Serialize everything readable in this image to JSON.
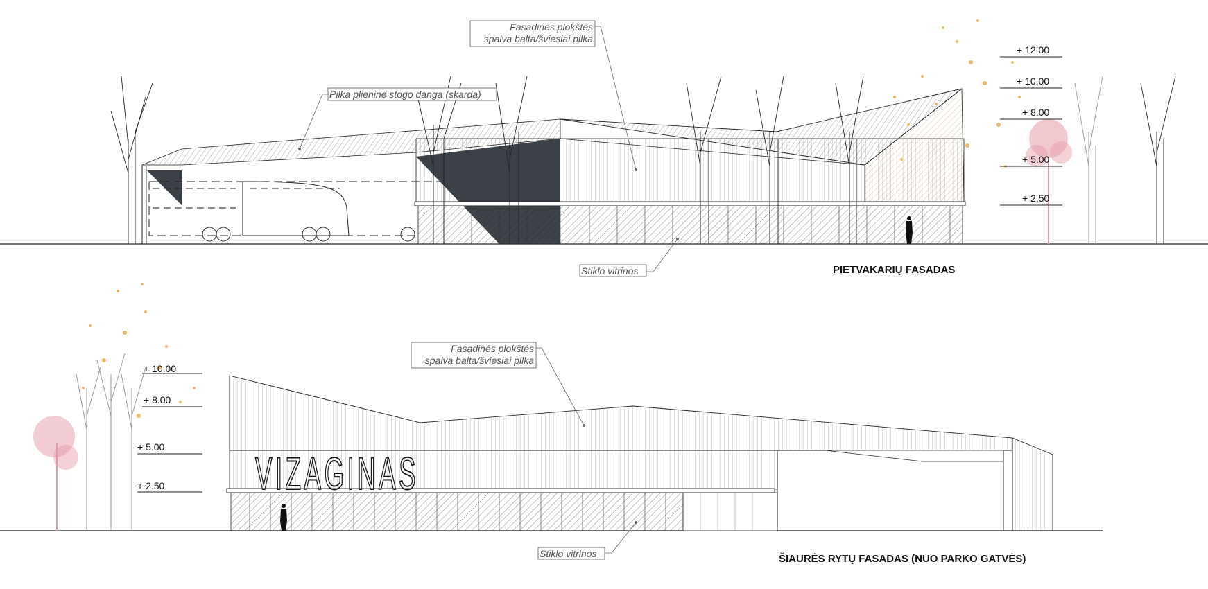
{
  "colors": {
    "line": "#222222",
    "dark_panel": "#3b4146",
    "tree_orange": "#e8a23a",
    "tree_pink": "#e59aa6",
    "tree_grey": "#9a9a9a"
  },
  "southwest": {
    "title": "PIETVAKARIŲ FASADAS",
    "notes": {
      "facade_line1": "Fasadinės plokštės",
      "facade_line2": "spalva balta/šviesiai pilka",
      "roof": "Pilka plieninė stogo danga (skarda)",
      "glass": "Stiklo vitrinos"
    },
    "levels": [
      "+ 12.00",
      "+ 10.00",
      "+ 8.00",
      "+ 5.00",
      "+ 2.50"
    ]
  },
  "northeast": {
    "title": "ŠIAURĖS RYTŲ FASADAS (NUO PARKO GATVĖS)",
    "notes": {
      "facade_line1": "Fasadinės plokštės",
      "facade_line2": "spalva balta/šviesiai pilka",
      "glass": "Stiklo vitrinos"
    },
    "levels": [
      "+ 10.00",
      "+ 8.00",
      "+ 5.00",
      "+ 2.50"
    ],
    "sign": "VIZAGINAS"
  },
  "icons": [
    "tree-icon",
    "bus-icon",
    "person-icon"
  ]
}
